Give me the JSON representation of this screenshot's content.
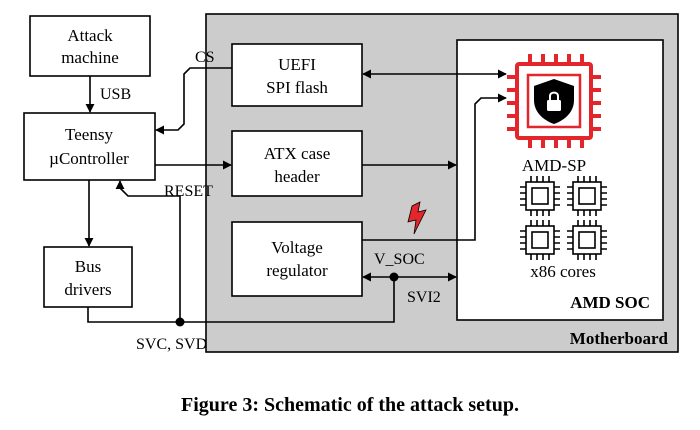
{
  "diagram": {
    "boxes": {
      "attack_machine": [
        "Attack",
        "machine"
      ],
      "teensy": [
        "Teensy",
        "µController"
      ],
      "bus_drivers": [
        "Bus",
        "drivers"
      ],
      "uefi_flash": [
        "UEFI",
        "SPI flash"
      ],
      "atx_header": [
        "ATX case",
        "header"
      ],
      "voltage_regulator": [
        "Voltage",
        "regulator"
      ]
    },
    "chips": {
      "amd_sp": "AMD-SP",
      "x86_cores": "x86 cores"
    },
    "regions": {
      "amd_soc": "AMD SOC",
      "motherboard": "Motherboard"
    },
    "edge_labels": {
      "usb": "USB",
      "cs": "CS",
      "reset": "RESET",
      "v_soc": "V_SOC",
      "svi2": "SVI2",
      "svc_svd": "SVC, SVD"
    },
    "colors": {
      "motherboard_fill": "#cccccc",
      "chip_red": "#e3262b",
      "glitch_red": "#e3262b"
    }
  },
  "caption": "Figure 3: Schematic of the attack setup."
}
